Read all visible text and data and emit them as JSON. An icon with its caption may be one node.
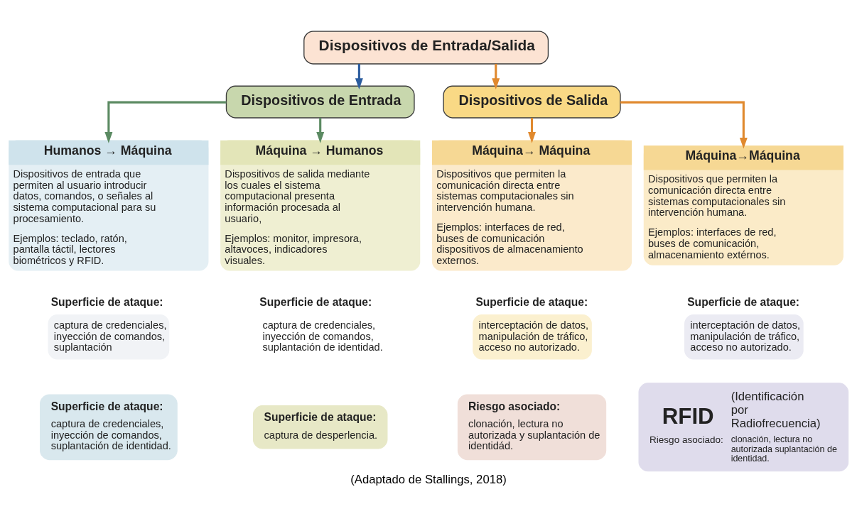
{
  "diagram": {
    "caption": "(Adaptado de Stallings, 2018)",
    "nodes": [
      {
        "text": [
          "Dispositivos de Entrada/Salida"
        ]
      },
      {
        "text": [
          "Dispositivos de Entrada"
        ]
      },
      {
        "text": [
          "Dispositivos de Salida"
        ]
      },
      {
        "text": [
          "Humanos → Máquina",
          "Dispositivos de entrada que permiten al usuario introducir datos, comandos, o señales al sistema computacional para su procesamiento.",
          "Ejemplos: teclado, ratón, pantalla táctil, lectores biométricos y RFID."
        ]
      },
      {
        "text": [
          "Máquina → Humanos",
          "Dispositivos de salida mediante los cuales el sistema computacional presenta información procesada al usuario,",
          "Ejemplos: monitor, impresora, altavoces, indicadores visuales."
        ]
      },
      {
        "text": [
          "Máquina→ Máquina",
          "Dispositivos que permiten la comunicación directa entre sistemas computacionales sin intervención humana.",
          "Ejemplos: interfaces de red, buses de comunicación dispositivos de almacenamiento externos."
        ]
      },
      {
        "text": [
          "Máquina→Máquina",
          "Dispositivos que permiten la comunicación directa entre sistemas computacionales sin intervención humana.",
          "Ejemplos: interfaces de red, buses de comunicación, almacenamiento extérnos."
        ]
      },
      {
        "text": [
          "Superficie de ataque:",
          "captura de credenciales, inyección de comandos, suplantación"
        ]
      },
      {
        "text": [
          "Superficie de ataque:",
          "captura de credenciales, inyección de comandos, suplantación de identidad."
        ]
      },
      {
        "text": [
          "Superficie de ataque:",
          "interceptación de datos, manipulación de tráfico, acceso no autorizado."
        ]
      },
      {
        "text": [
          "Superficie de ataque:",
          "interceptación de datos, manipulación de tráfico, acceso no autorizado."
        ]
      },
      {
        "text": [
          "Superficie de ataque:",
          "captura de credenciales, inyección de comandos, suplantación de identidad."
        ]
      },
      {
        "text": [
          "Superficie de ataque:",
          "captura de desperlencia."
        ]
      },
      {
        "text": [
          "Riesgo asociado:",
          "clonación, lectura no autorizada y suplantación de identidád."
        ]
      },
      {
        "text": [
          "RFID",
          "(Identificación por Radiofrecuencia)",
          "Riesgo asociado:",
          "clonación, lectura no autorizada suplantación de identidad."
        ]
      }
    ],
    "edges": [
      {
        "from": 0,
        "to": 1,
        "arrow": "to",
        "color": "#2b5c9e"
      },
      {
        "from": 0,
        "to": 2,
        "arrow": "to"
      },
      {
        "from": 1,
        "to": 3,
        "arrow": "to",
        "color": "#5b8a62"
      },
      {
        "from": 1,
        "to": 4,
        "arrow": "to",
        "color": "#5b8a62"
      },
      {
        "from": 2,
        "to": 5,
        "arrow": "to"
      },
      {
        "from": 2,
        "to": 6,
        "arrow": "to"
      }
    ]
  }
}
